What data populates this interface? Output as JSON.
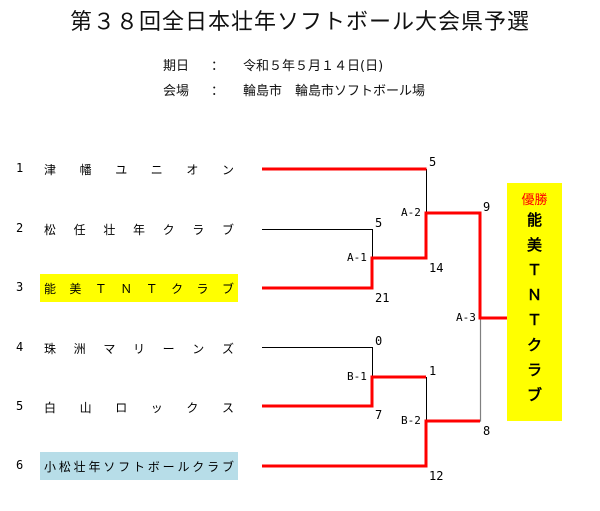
{
  "header": {
    "title": "第３８回全日本壮年ソフトボール大会県予選",
    "date_label": "期日",
    "date_value": "令和５年５月１４日(日)",
    "venue_label": "会場",
    "venue_value": "輪島市　輪島市ソフトボール場",
    "separator": "："
  },
  "teams": [
    {
      "seed": "1",
      "name": "津幡ユニオン",
      "chars": [
        "津",
        "幡",
        "ユ",
        "ニ",
        "オ",
        "ン"
      ],
      "highlight": "none"
    },
    {
      "seed": "2",
      "name": "松任壮年クラブ",
      "chars": [
        "松",
        "任",
        "壮",
        "年",
        "ク",
        "ラ",
        "ブ"
      ],
      "highlight": "none"
    },
    {
      "seed": "3",
      "name": "能美ＴＮＴクラブ",
      "chars": [
        "能",
        "美",
        "Ｔ",
        "Ｎ",
        "Ｔ",
        "ク",
        "ラ",
        "ブ"
      ],
      "highlight": "#ffff00"
    },
    {
      "seed": "4",
      "name": "珠洲マリーンズ",
      "chars": [
        "珠",
        "洲",
        "マ",
        "リ",
        "ー",
        "ン",
        "ズ"
      ],
      "highlight": "none"
    },
    {
      "seed": "5",
      "name": "白山ロックス",
      "chars": [
        "白",
        "山",
        "ロ",
        "ッ",
        "ク",
        "ス"
      ],
      "highlight": "none"
    },
    {
      "seed": "6",
      "name": "小松壮年ソフトボールクラブ",
      "chars": [
        "小",
        "松",
        "壮",
        "年",
        "ソ",
        "フ",
        "ト",
        "ボ",
        "ー",
        "ル",
        "ク",
        "ラ",
        "ブ"
      ],
      "highlight": "#b7dde8"
    }
  ],
  "matches": [
    {
      "id": "A-1",
      "top_team": "松任壮年クラブ",
      "top_score": "5",
      "bottom_team": "能美ＴＮＴクラブ",
      "bottom_score": "21",
      "winner": "能美ＴＮＴクラブ"
    },
    {
      "id": "A-2",
      "top_team": "津幡ユニオン",
      "top_score": "5",
      "bottom_team": "能美ＴＮＴクラブ",
      "bottom_score": "14",
      "winner": "能美ＴＮＴクラブ"
    },
    {
      "id": "B-1",
      "top_team": "珠洲マリーンズ",
      "top_score": "0",
      "bottom_team": "白山ロックス",
      "bottom_score": "7",
      "winner": "白山ロックス"
    },
    {
      "id": "B-2",
      "top_team": "白山ロックス",
      "top_score": "1",
      "bottom_team": "小松壮年ソフトボールクラブ",
      "bottom_score": "12",
      "winner": "小松壮年ソフトボールクラブ"
    },
    {
      "id": "A-3",
      "top_team": "能美ＴＮＴクラブ",
      "top_score": "9",
      "bottom_team": "小松壮年ソフトボールクラブ",
      "bottom_score": "8",
      "winner": "能美ＴＮＴクラブ"
    }
  ],
  "champion": {
    "label": "優勝",
    "name": "能美ＴＮＴクラブ",
    "chars": [
      "能",
      "美",
      "Ｔ",
      "Ｎ",
      "Ｔ",
      "ク",
      "ラ",
      "ブ"
    ]
  },
  "colors": {
    "winner_line": "#ff0000",
    "loser_line": "#000000",
    "champion_bg": "#ffff00",
    "champion_label": "#ff0000",
    "team3_bg": "#ffff00",
    "team6_bg": "#b7dde8"
  }
}
